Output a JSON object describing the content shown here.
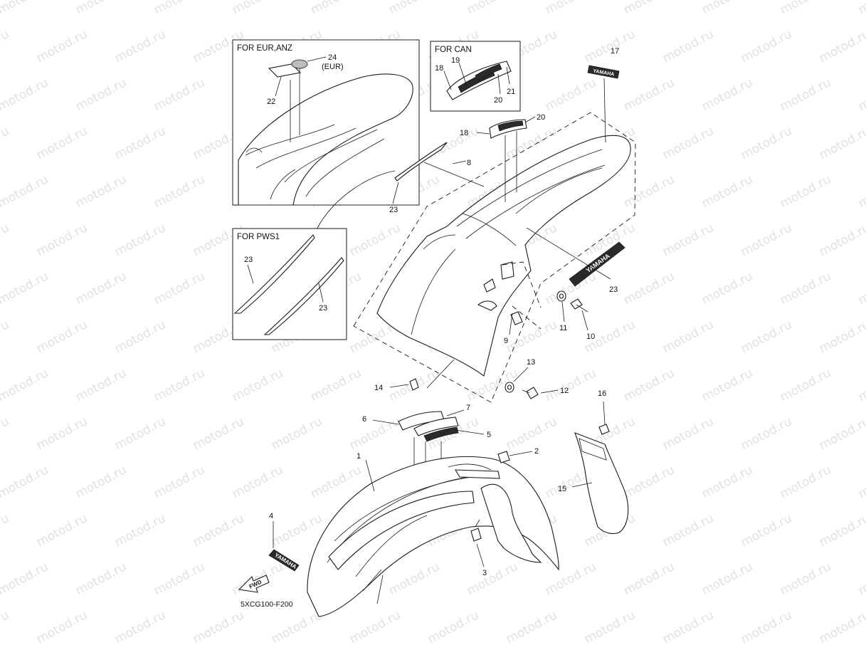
{
  "diagram": {
    "code": "5XCG100-F200",
    "boxes": {
      "eur_anz": "FOR EUR,ANZ",
      "can": "FOR CAN",
      "pws1": "FOR PWS1"
    },
    "callouts": {
      "c1": "1",
      "c2": "2",
      "c3": "3",
      "c4": "4",
      "c5": "5",
      "c6": "6",
      "c7": "7",
      "c8": "8",
      "c9": "9",
      "c10": "10",
      "c11": "11",
      "c12": "12",
      "c13": "13",
      "c14": "14",
      "c15": "15",
      "c16": "16",
      "c17": "17",
      "c18": "18",
      "c20": "20",
      "c23a": "23",
      "c23b": "23",
      "c23c": "23",
      "c23d": "23",
      "can18": "18",
      "can19": "19",
      "can20": "20",
      "can21": "21",
      "eur22": "22",
      "eur24": "24",
      "eur24note": "(EUR)"
    },
    "decals": {
      "front_logo": "YAMAHA",
      "fwd": "FWD",
      "rear_logo": "YAMAHA",
      "side_logo": "YAMAHA"
    },
    "watermark": "motod.ru"
  }
}
